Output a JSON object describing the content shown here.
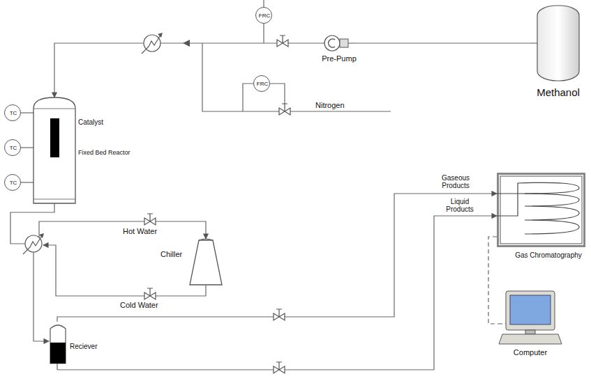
{
  "diagram": {
    "nodes": [
      {
        "text": [
          "FRC"
        ]
      },
      {
        "text": [
          "Pre-Pump"
        ]
      },
      {
        "text": [
          "Methanol"
        ]
      },
      {
        "text": [
          "FRC"
        ]
      },
      {
        "text": [
          "Fixed Bed Reactor"
        ]
      },
      {
        "text": [
          "Catalyst"
        ],
        "in": 4
      },
      {
        "text": [
          "TC"
        ]
      },
      {
        "text": [
          "TC"
        ]
      },
      {
        "text": [
          "TC"
        ]
      },
      {
        "text": [
          "Chiller"
        ]
      },
      {
        "text": [
          "Gas Chromatography"
        ]
      },
      {
        "text": [
          "Reciever"
        ]
      },
      {
        "text": [
          "Computer"
        ]
      }
    ],
    "edges": [
      {
        "from": 2,
        "to": 1,
        "arrow": "none"
      },
      {
        "from": 1,
        "to": 4,
        "arrow": "to"
      },
      {
        "from": 6,
        "to": 4,
        "arrow": "none"
      },
      {
        "from": 7,
        "to": 4,
        "arrow": "none"
      },
      {
        "from": 8,
        "to": 4,
        "arrow": "none"
      },
      {
        "from": 4,
        "to": 11,
        "arrow": "to"
      },
      {
        "from": 11,
        "to": 10,
        "label": "Gaseous Products",
        "arrow": "to"
      },
      {
        "from": 11,
        "to": 10,
        "label": "Liquid Products",
        "arrow": "to"
      },
      {
        "from": 10,
        "to": 12,
        "arrow": "none"
      }
    ],
    "labels": [
      "Nitrogen",
      "Hot Water",
      "Cold Water"
    ]
  }
}
